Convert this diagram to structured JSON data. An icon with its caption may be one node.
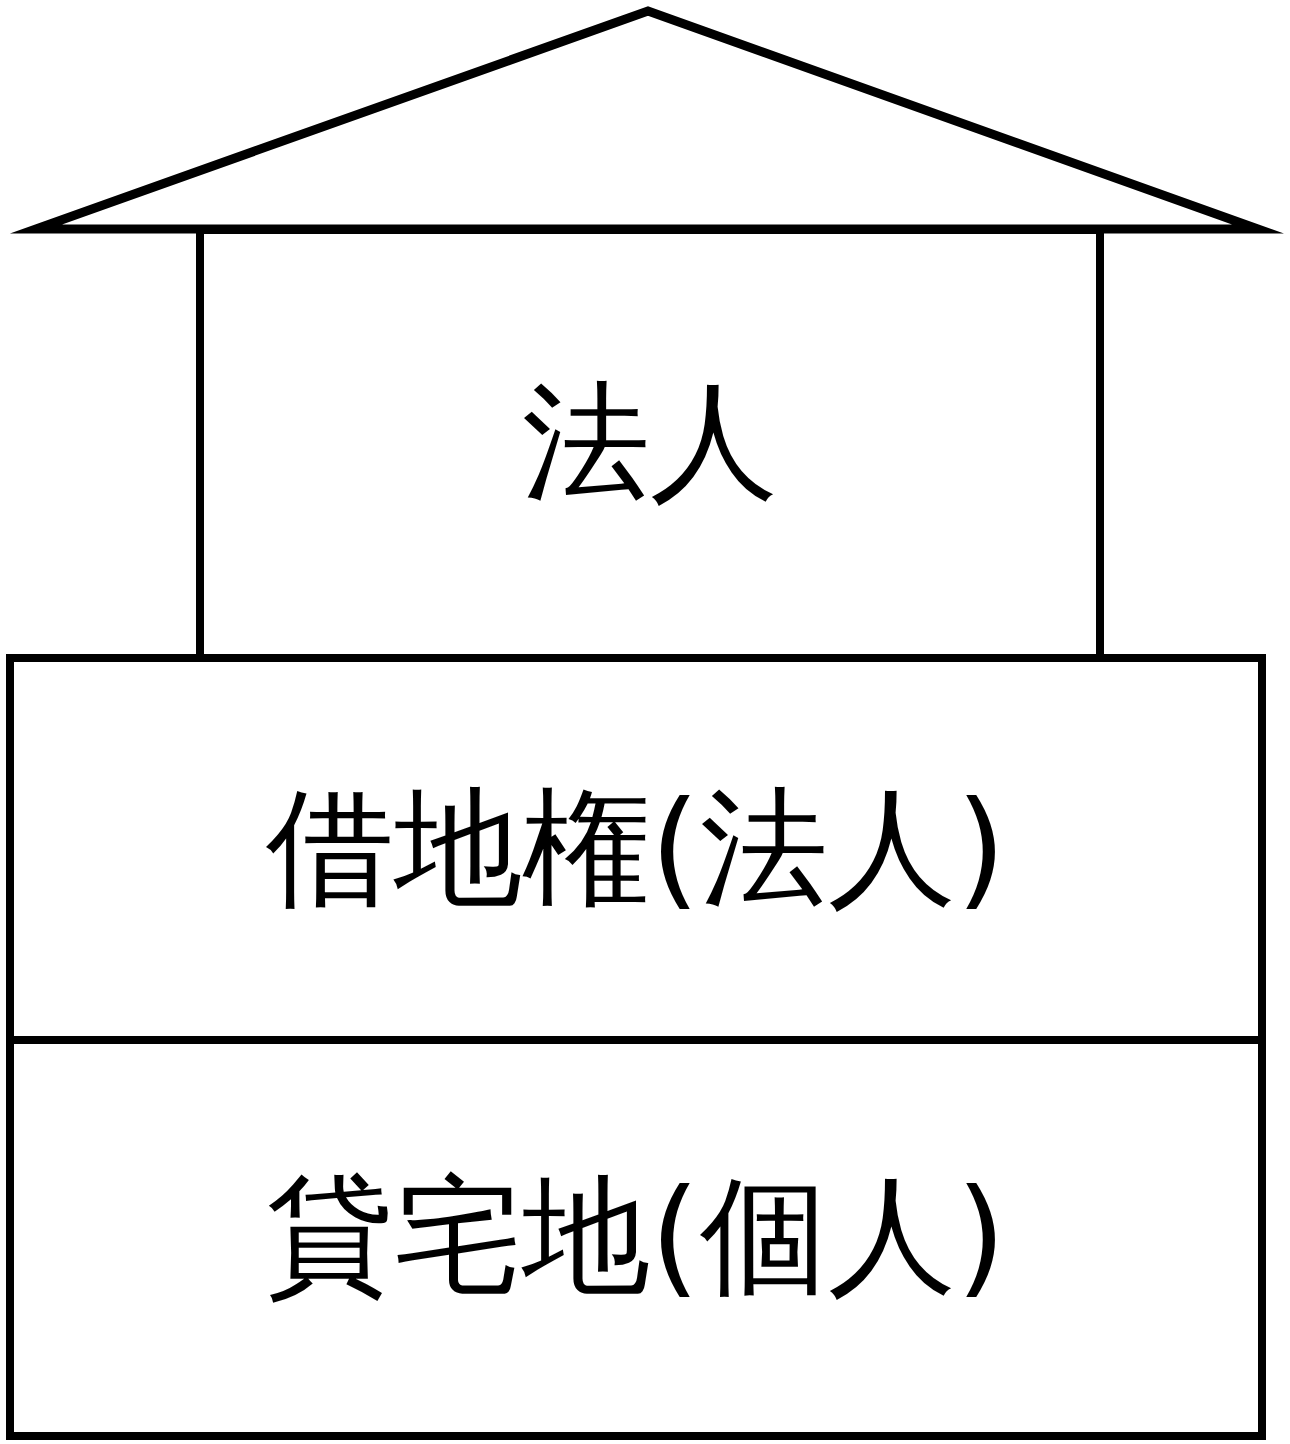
{
  "diagram": {
    "nodes": [
      {
        "text": [],
        "shape": "triangle"
      },
      {
        "text": [
          "法人"
        ]
      },
      {
        "text": [
          "借地権(法人)"
        ]
      },
      {
        "text": [
          "貸宅地(個人)"
        ]
      }
    ]
  }
}
